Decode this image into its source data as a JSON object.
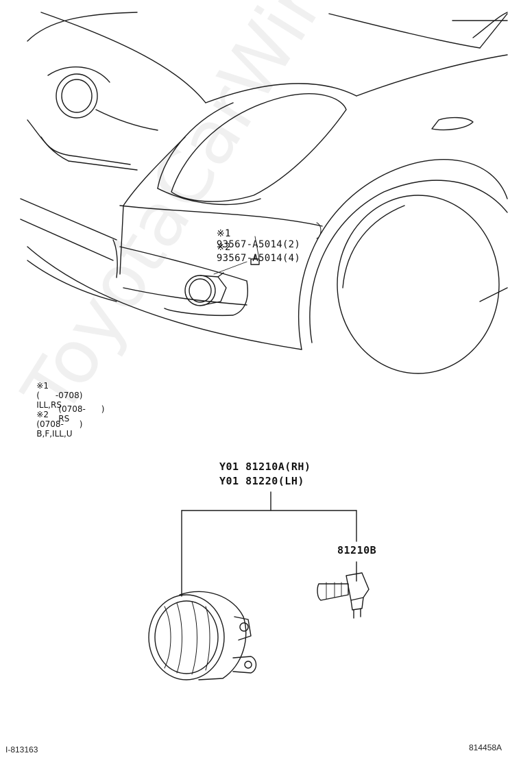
{
  "diagram": {
    "bolt_callouts": [
      {
        "mark": "※1",
        "part_number": "93567-A5014(2)"
      },
      {
        "mark": "※2",
        "part_number": "93567-A5014(4)"
      }
    ],
    "notes": [
      {
        "mark": "※1",
        "range": "(      -0708)",
        "models": "ILL,RS"
      },
      {
        "mark": "",
        "range": "(0708-      )",
        "models": "RS"
      },
      {
        "mark": "※2",
        "range": "(0708-      )",
        "models": "B,F,ILL,U"
      }
    ],
    "fog_lamp_parts": [
      "Y01 81210A(RH)",
      "Y01 81220(LH)"
    ],
    "bulb_part": "81210B",
    "ref_left": "I-813163",
    "ref_right": "814458A",
    "watermark": "ToyotaCarWine.ru"
  },
  "colors": {
    "line": "#1a1a1a",
    "background": "#ffffff"
  }
}
